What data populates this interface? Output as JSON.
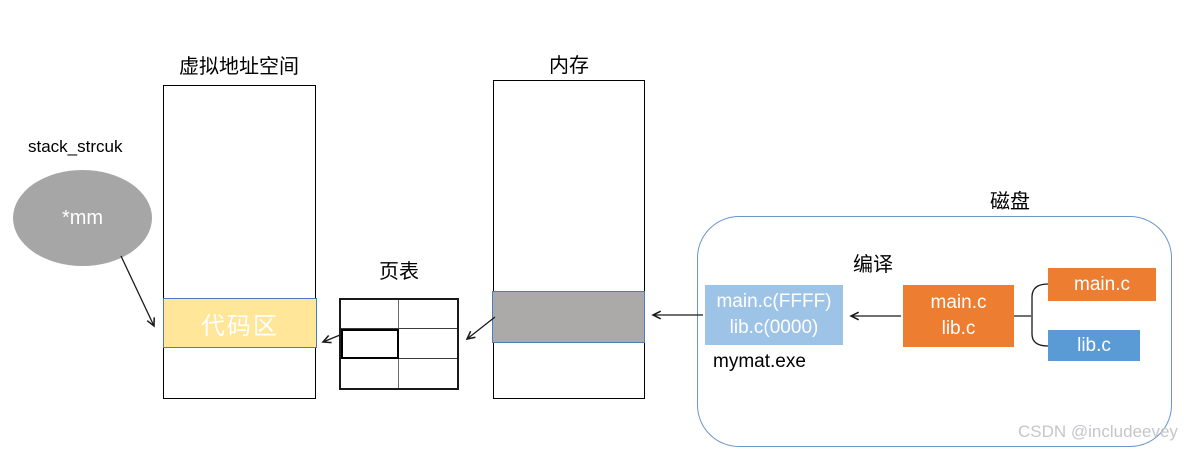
{
  "vas": {
    "label": "虚拟地址空间",
    "code_area_label": "代码区"
  },
  "stack": {
    "label": "stack_strcuk",
    "pointer_label": "*mm"
  },
  "page_table": {
    "label": "页表",
    "rows": 3,
    "cols": 2
  },
  "memory": {
    "label": "内存"
  },
  "disk": {
    "label": "磁盘",
    "exe_box": {
      "line1": "main.c(FFFF)",
      "line2": "lib.c(0000)"
    },
    "exe_name": "mymat.exe",
    "compile_label": "编译",
    "source_box": {
      "line1": "main.c",
      "line2": "lib.c"
    },
    "main_file_label": "main.c",
    "lib_file_label": "lib.c"
  },
  "watermark": "CSDN @includeevey",
  "colors": {
    "orange": "#ED7D31",
    "blue": "#5B9BD5",
    "light_blue": "#9DC3E6",
    "code_yellow": "#FFE699",
    "ellipse_gray": "#A6A6A6",
    "memory_gray": "#ACA9A9",
    "strip_border_blue": "#4A7EBB",
    "disk_border_blue": "#6A96C8",
    "watermark_gray": "#C6C6CA"
  }
}
